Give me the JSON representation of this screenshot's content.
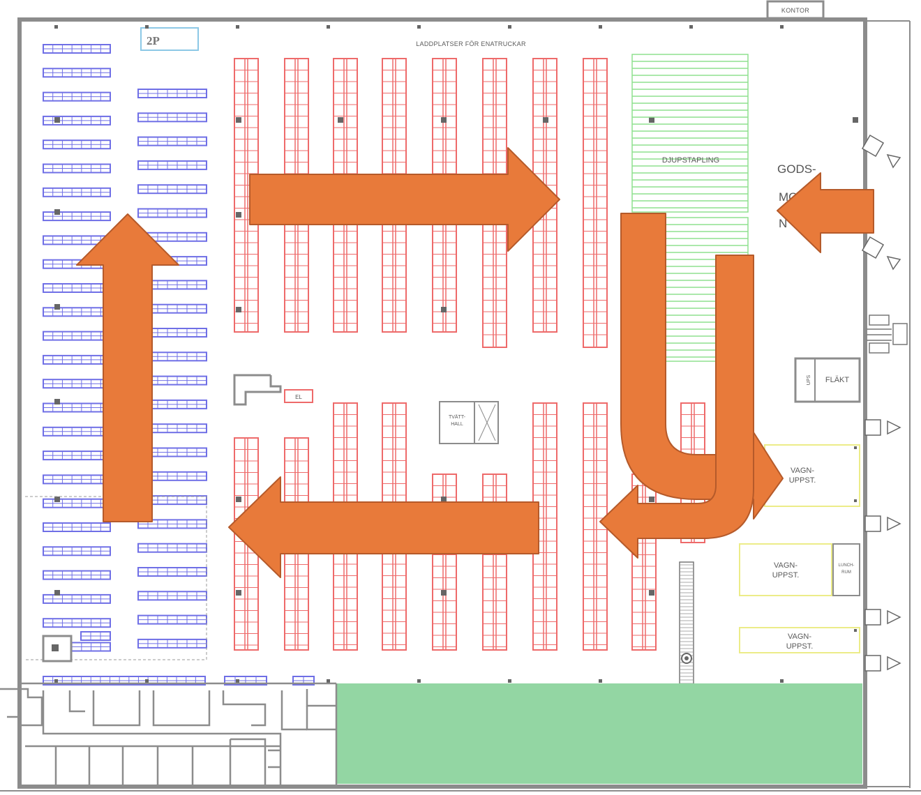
{
  "floor_plan": {
    "labels": {
      "tag_2p": "2P",
      "loading_places": "LADDPLATSER FÖR ENATRUCKAR",
      "deep_stacking": "DJUPSTAPLING",
      "goods_reception": [
        "GODS-",
        "MO",
        "N"
      ],
      "cart_storage": [
        "VAGN-",
        "UPPST."
      ],
      "fan": "FLÄKT",
      "el": "EL",
      "tool_room": [
        "TVÄTT-",
        "HALL"
      ],
      "top_tag": "KONTOR",
      "ups": "UPS",
      "lunch_room": [
        "LUNCH-",
        "RUM"
      ]
    },
    "colors": {
      "wall": "#8c8c8c",
      "shelf_blue": "#6f6fe6",
      "rack_red": "#ee6a6a",
      "deep_green": "#8fe08f",
      "cart_yellow": "#ecec88",
      "green_zone": "#93d6a3",
      "flow_arrow": "#e87a3a",
      "flow_arrow_edge": "#b55a2a"
    },
    "flow_arrows": [
      {
        "name": "arrow-up-left-aisle",
        "direction": "up"
      },
      {
        "name": "arrow-right-top-aisle",
        "direction": "right"
      },
      {
        "name": "arrow-left-goods-reception",
        "direction": "left"
      },
      {
        "name": "arrow-u-turn-right",
        "direction": "down-then-right"
      },
      {
        "name": "arrow-u-turn-left",
        "direction": "down-then-left"
      },
      {
        "name": "arrow-left-bottom-aisle",
        "direction": "left"
      }
    ]
  }
}
